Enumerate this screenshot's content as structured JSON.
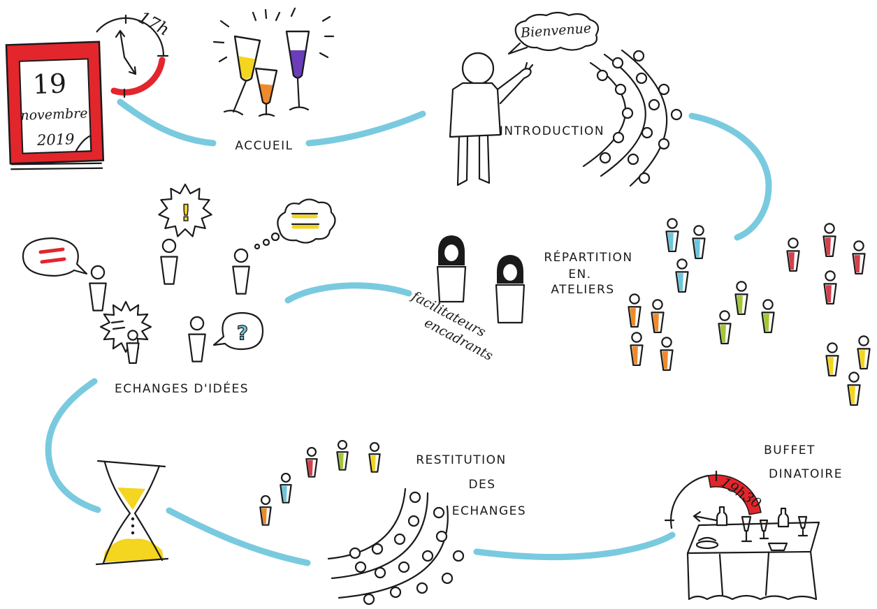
{
  "calendar": {
    "day": "19",
    "month": "novembre",
    "year": "2019"
  },
  "start_clock": {
    "time": "17h"
  },
  "accueil": {
    "label": "ACCUEIL"
  },
  "introduction": {
    "label": "INTRODUCTION",
    "speech": "Bienvenue"
  },
  "repartition": {
    "lines": [
      "RÉPARTITION",
      "EN.",
      "ATELIERS"
    ]
  },
  "facilitators": {
    "lines": [
      "facilitateurs",
      "encadrants"
    ]
  },
  "echanges": {
    "label": "ECHANGES D'IDÉES",
    "exclamation": "!",
    "question": "?"
  },
  "restitution": {
    "lines": [
      "RESTITUTION",
      "DES",
      "ECHANGES"
    ]
  },
  "buffet": {
    "lines": [
      "BUFFET",
      "DINATOIRE"
    ],
    "time": "19h30"
  },
  "icons": [
    "calendar-icon",
    "clock-icon",
    "champagne-glasses-icon",
    "presenter-icon",
    "hourglass-icon",
    "buffet-table-icon"
  ],
  "colors": {
    "path_blue": "#6ec6dc",
    "red": "#e3262c",
    "crimson": "#d4404c",
    "yellow": "#f4d520",
    "orange": "#ee8a2c",
    "purple": "#6b3db8",
    "green": "#a4c639"
  }
}
